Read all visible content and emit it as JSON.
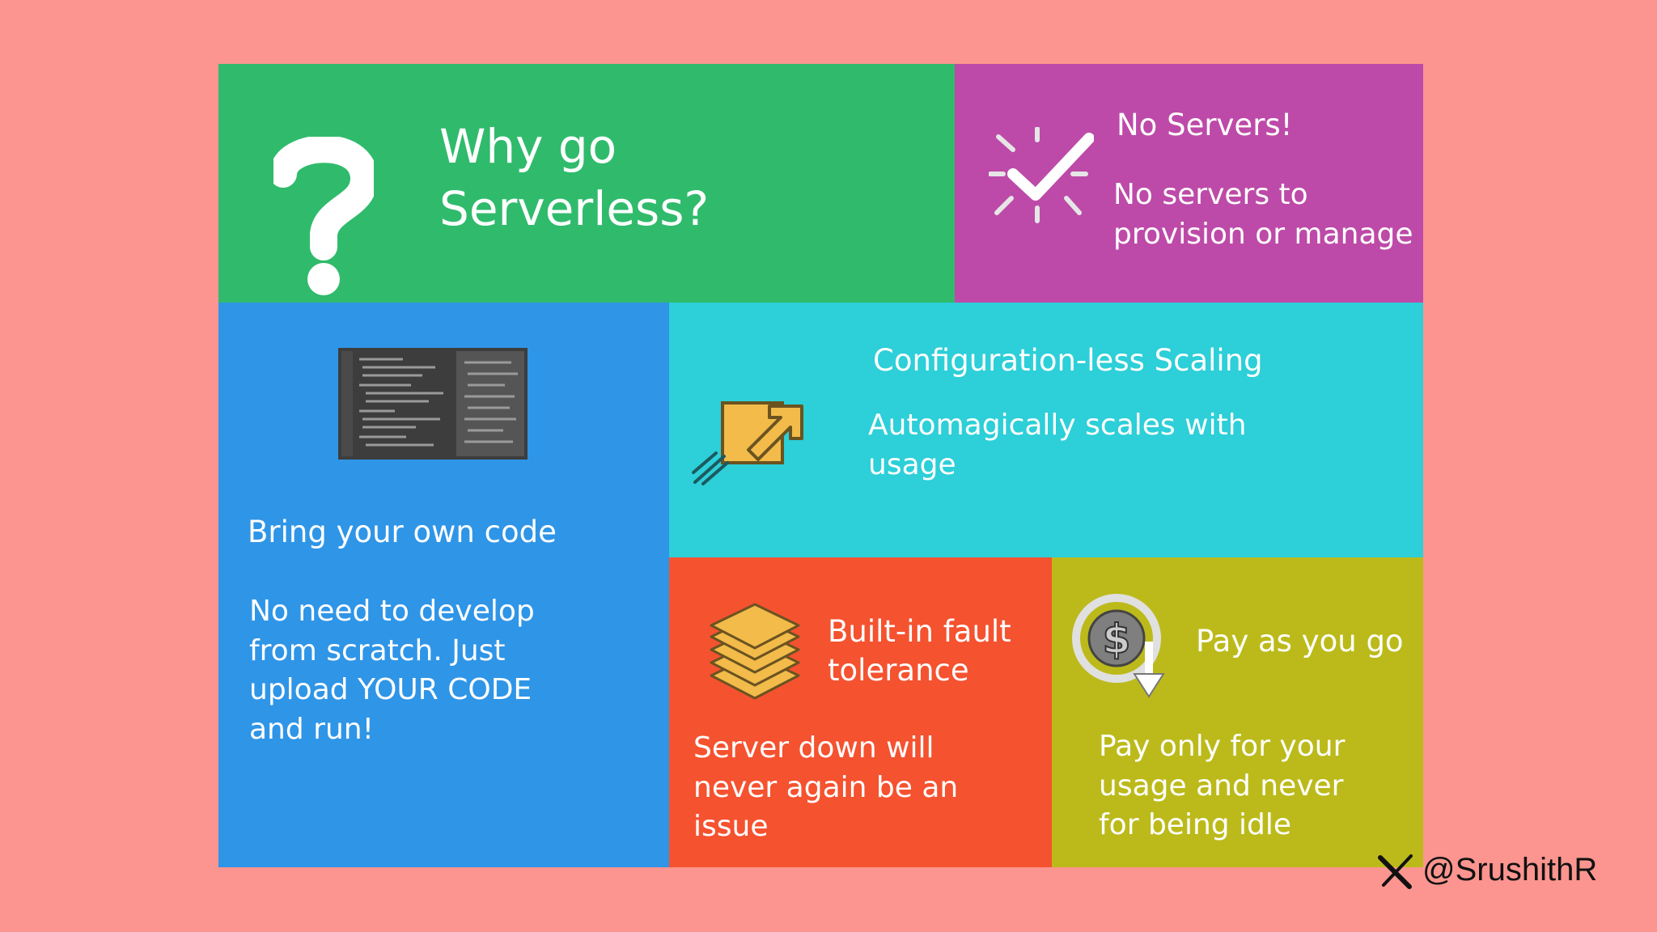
{
  "title": {
    "line1": "Why go",
    "line2": "Serverless?"
  },
  "no_servers": {
    "heading": "No Servers!",
    "body": "No servers to provision or manage"
  },
  "own_code": {
    "heading": "Bring your own code",
    "body": "No need to develop from scratch. Just upload YOUR CODE and run!"
  },
  "scaling": {
    "heading": "Configuration-less Scaling",
    "body": "Automagically scales with usage"
  },
  "fault": {
    "heading": "Built-in fault tolerance",
    "body": "Server down will never again be an issue"
  },
  "pay": {
    "heading": "Pay as you go",
    "body": "Pay only for your usage and never for being idle"
  },
  "footer": {
    "handle": "@SrushithR"
  },
  "colors": {
    "background": "#fc958f",
    "green": "#30bb6c",
    "magenta": "#bd4aa8",
    "blue": "#2f95e7",
    "cyan": "#2dcfd8",
    "orange": "#f55230",
    "olive": "#bcba1b",
    "accent_gold": "#f2bb4a"
  },
  "icons": {
    "title": "question-mark-icon",
    "no_servers": "checkmark-sparkle-icon",
    "own_code": "code-editor-icon",
    "scaling": "growth-arrow-icon",
    "fault": "layered-stack-icon",
    "pay": "dollar-coin-arrow-icon",
    "footer": "x-logo-icon"
  }
}
